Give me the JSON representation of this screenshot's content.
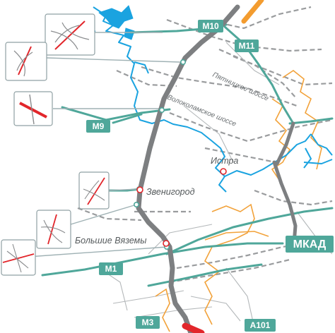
{
  "map": {
    "colors": {
      "ring_road": "#7d7f81",
      "highway": "#4fa79a",
      "rail": "#9a9c9e",
      "water": "#1aa3e0",
      "boundary": "#f2a23a",
      "accent": "#e2262b",
      "construction": "#f39c2f"
    },
    "roads": {
      "m10": "M10",
      "m11": "M11",
      "m9": "M9",
      "m1": "M1",
      "m3": "M3",
      "mkad": "МКАД",
      "a101": "A101"
    },
    "highways": {
      "pyatnitskoe": "Пятницкое шоссе",
      "volokolamskoe": "Волоколамское шоссе"
    },
    "places": {
      "istra": "Истра",
      "zvenigorod": "Звенигород",
      "bolshie_vyazemy": "Большие Вяземы"
    },
    "insets": [
      {
        "name": "interchange-m10"
      },
      {
        "name": "interchange-pyatnitskoe"
      },
      {
        "name": "interchange-m9"
      },
      {
        "name": "interchange-zvenigorod"
      },
      {
        "name": "interchange-bolshie-vyazemy"
      },
      {
        "name": "interchange-m1"
      }
    ]
  }
}
